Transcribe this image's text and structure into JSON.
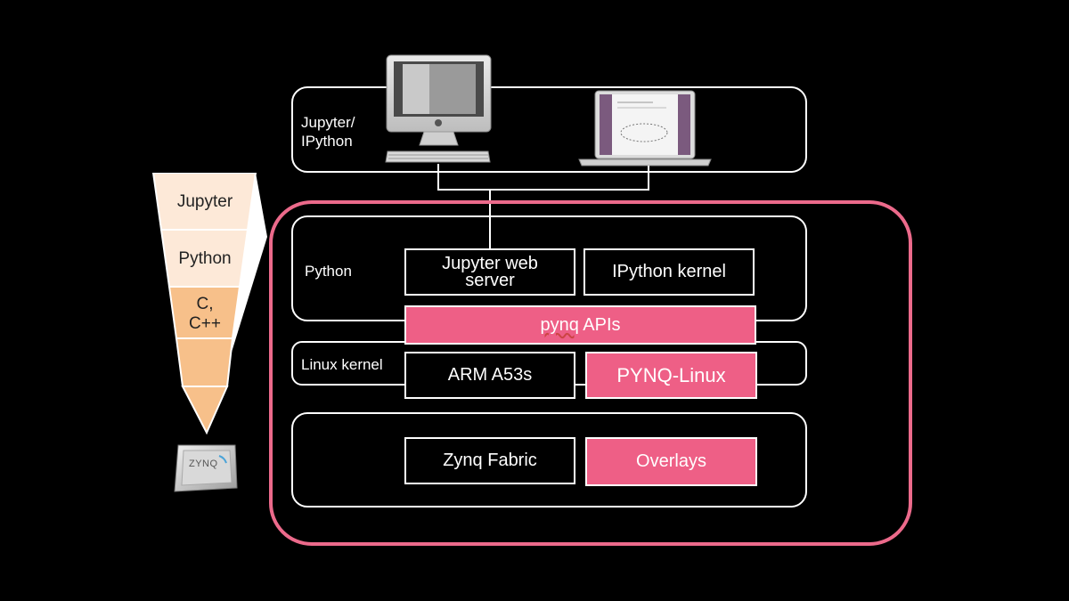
{
  "stack": {
    "jupyter_layer_label": "Jupyter/\nIPython",
    "python_layer_label": "Python",
    "linux_layer_label": "Linux kernel"
  },
  "boxes": {
    "jupyter_web_server": "Jupyter web server",
    "ipython_kernel": "IPython kernel",
    "pynq_apis_word": "pynq",
    "pynq_apis_rest": " APIs",
    "arm": "ARM A53s",
    "pynq_linux": "PYNQ-Linux",
    "zynq_fabric": "Zynq Fabric",
    "overlays": "Overlays"
  },
  "pyramid": {
    "levels": [
      "Jupyter",
      "Python",
      "C,\nC++"
    ],
    "chip_label": "ZYNQ"
  },
  "colors": {
    "accent_pink": "#ee5f86",
    "pyramid_light": "#fde9d8",
    "pyramid_dark": "#f7c08a"
  }
}
